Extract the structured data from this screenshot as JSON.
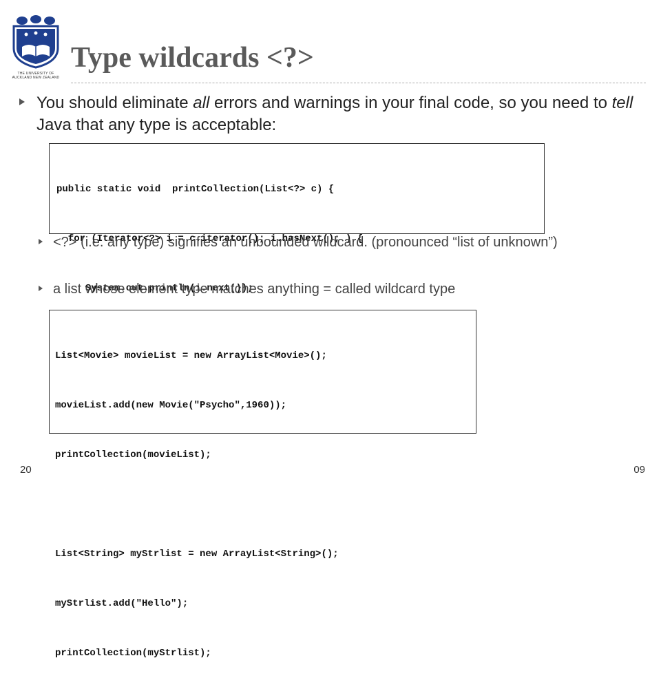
{
  "slide": {
    "title": "Type wildcards <?>",
    "logo_caption": "THE UNIVERSITY OF AUCKLAND NEW ZEALAND",
    "bullet_main": {
      "part1": "You should eliminate ",
      "em1": "all",
      "part2": " errors and warnings in your final code, so you need to ",
      "em2": "tell",
      "part3": " Java that any type is acceptable:"
    },
    "code_block_1": [
      "public static void  printCollection(List<?> c) {",
      "  for (Iterator<?> i = c.iterator(); i.hasNext(); ) {",
      "     System.out.println(i.next());",
      "  }",
      "}"
    ],
    "bullets_sub": [
      "<?> (i.e. any type) signifies an unbounded wildcard. (pronounced “list of unknown”)",
      "a list whose element type matches anything = called wildcard type"
    ],
    "code_block_2": [
      "List<Movie> movieList = new ArrayList<Movie>();",
      "movieList.add(new Movie(\"Psycho\",1960));",
      "printCollection(movieList);",
      "",
      "List<String> myStrlist = new ArrayList<String>();",
      "myStrlist.add(\"Hello\");",
      "printCollection(myStrlist);"
    ],
    "footer_left": "20",
    "footer_right": "09"
  },
  "colors": {
    "title": "#5a5a5a",
    "logo_blue": "#1f3f8f",
    "text": "#222222"
  }
}
